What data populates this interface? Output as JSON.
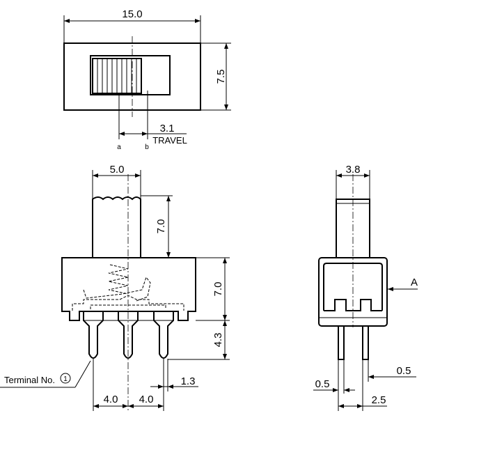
{
  "top_view": {
    "width_label": "15.0",
    "height_label": "7.5",
    "travel_value": "3.1",
    "travel_label": "TRAVEL",
    "pos_a": "a",
    "pos_b": "b"
  },
  "front_view": {
    "actuator_width": "5.0",
    "actuator_height": "7.0",
    "body_height": "7.0",
    "pin_length": "4.3",
    "pitch_left": "4.0",
    "pitch_right": "4.0",
    "pin_width": "1.3",
    "terminal_label": "Terminal No.",
    "terminal_number": "1"
  },
  "side_view": {
    "actuator_width": "3.8",
    "view_label": "A",
    "pin_thickness_right": "0.5",
    "pin_thickness_left": "0.5",
    "pin_spacing": "2.5"
  }
}
